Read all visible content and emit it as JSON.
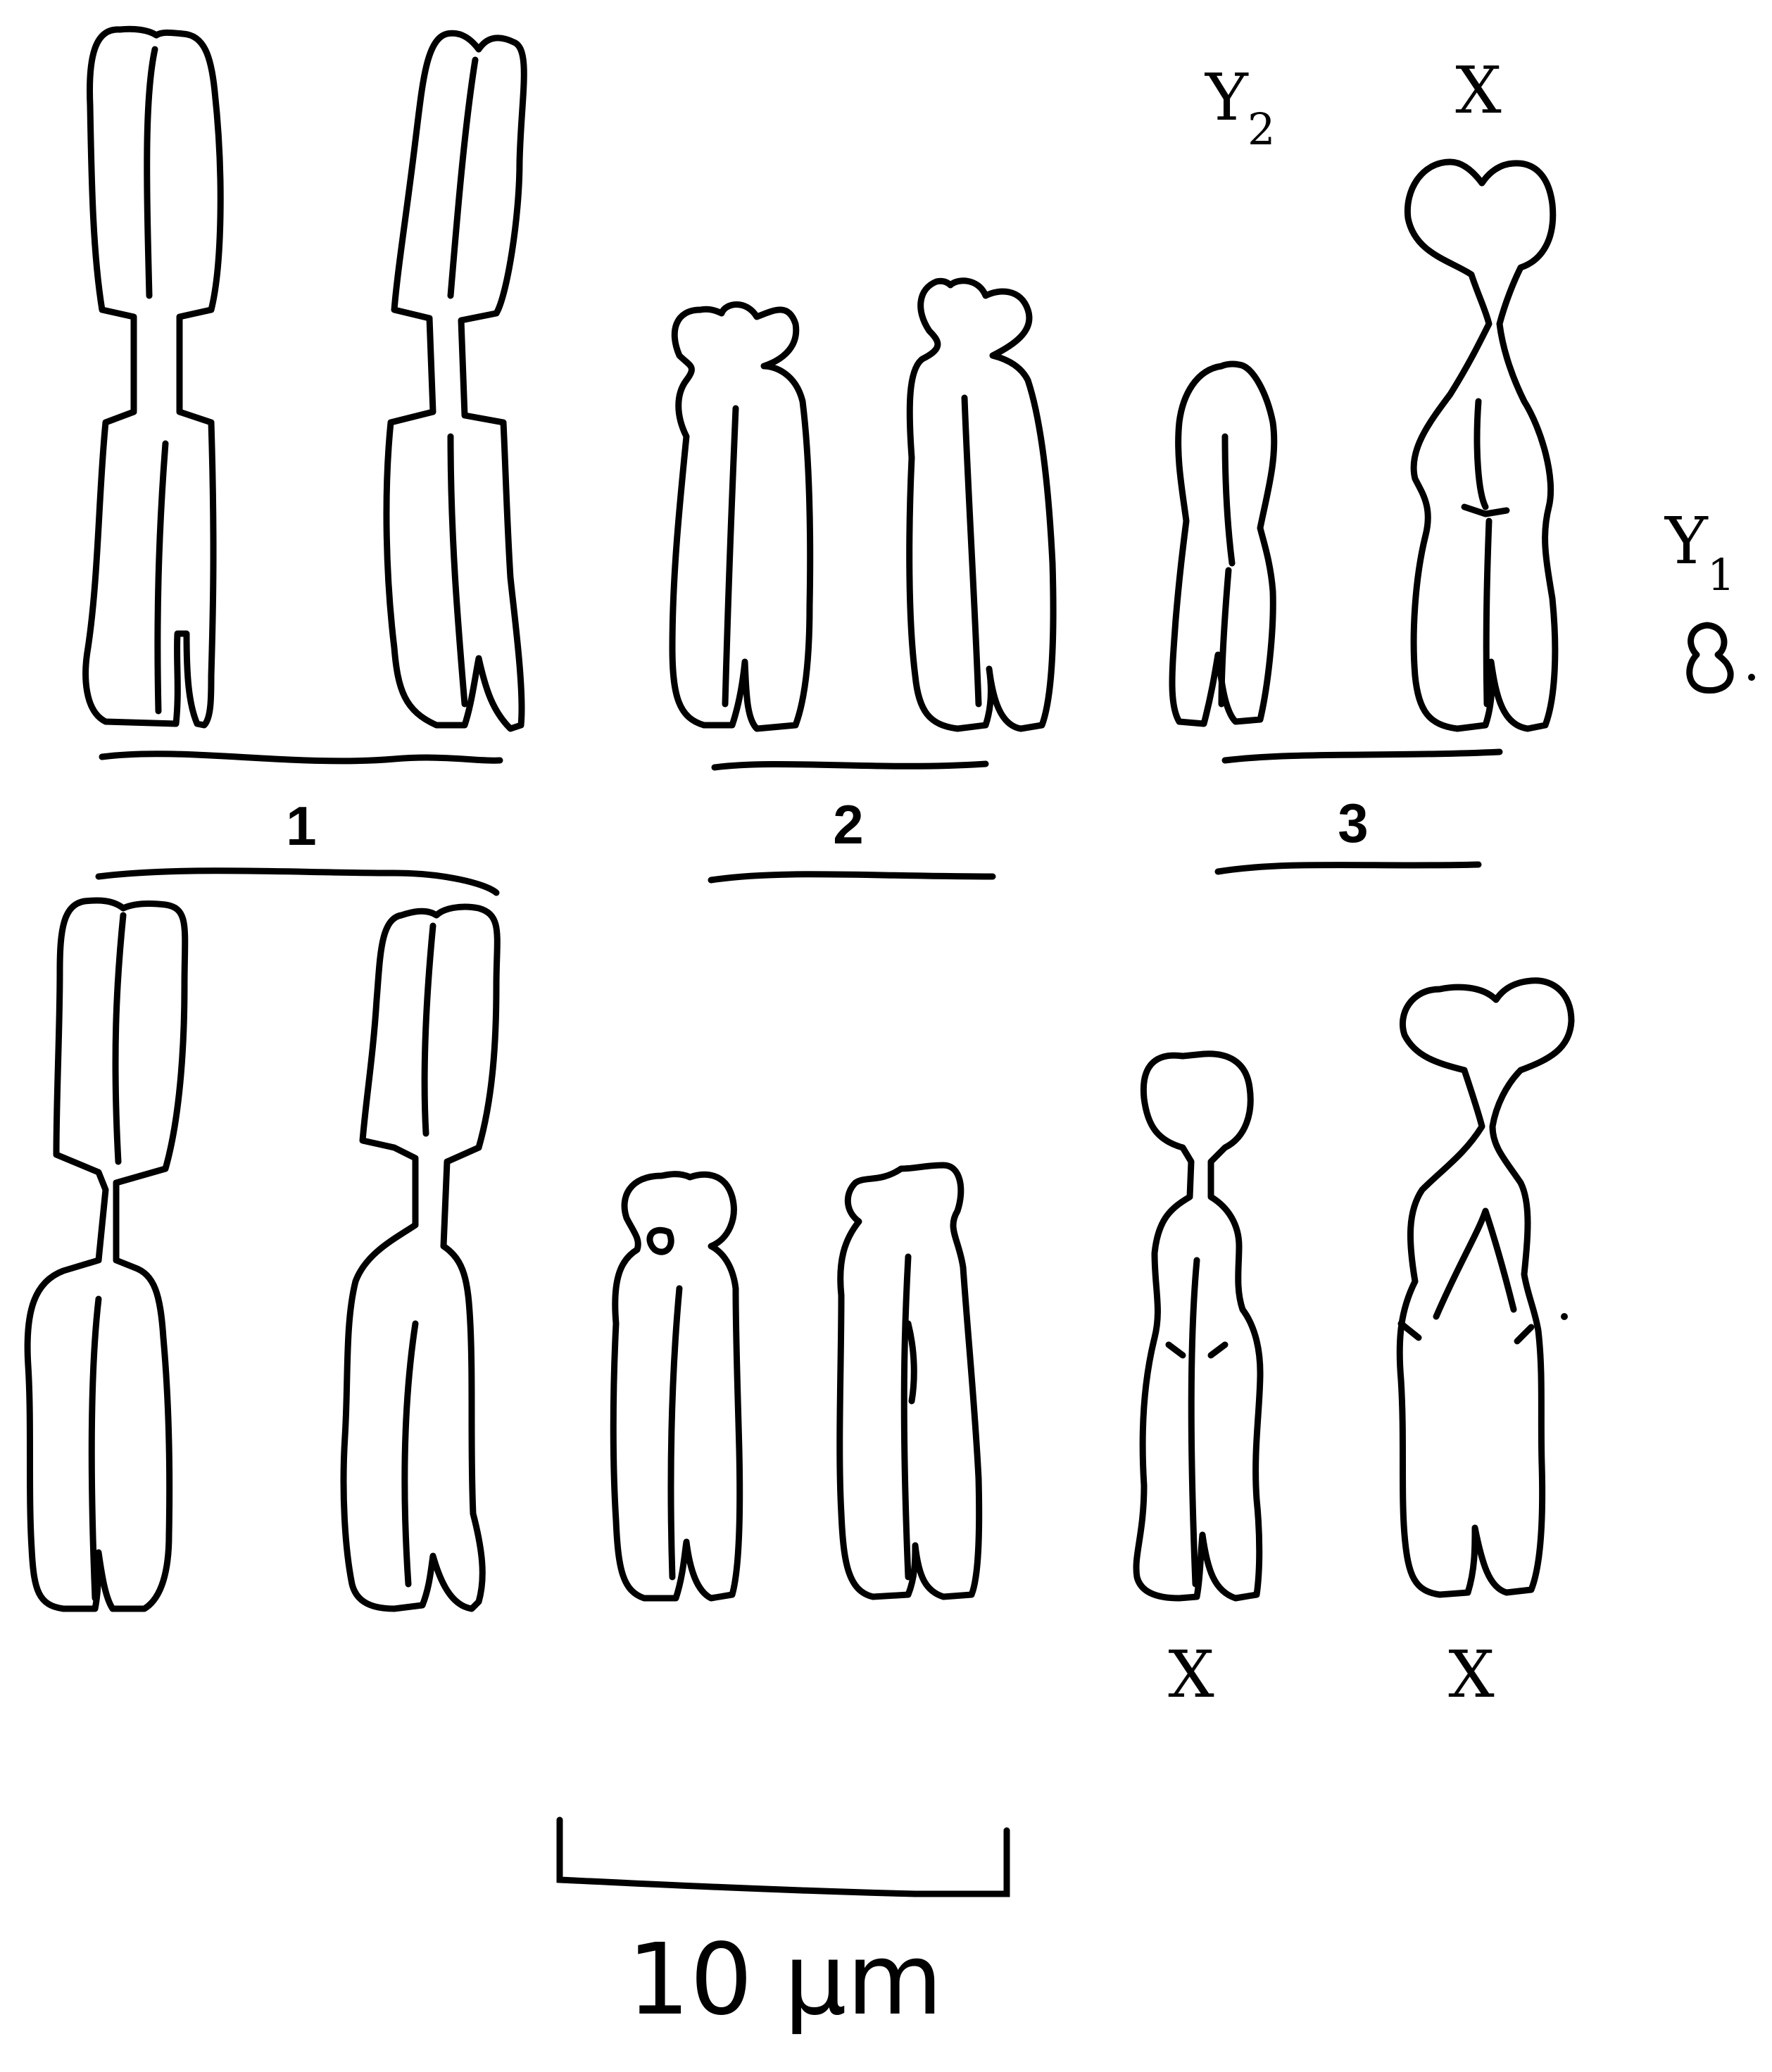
{
  "labels": {
    "y2": {
      "main": "Y",
      "sub": "2"
    },
    "x_top": "X",
    "y1": {
      "main": "Y",
      "sub": "1"
    },
    "pair1": "1",
    "pair2": "2",
    "pair3": "3",
    "x_bottom_left": "X",
    "x_bottom_right": "X"
  },
  "scale_bar": {
    "label": "10 μm"
  }
}
